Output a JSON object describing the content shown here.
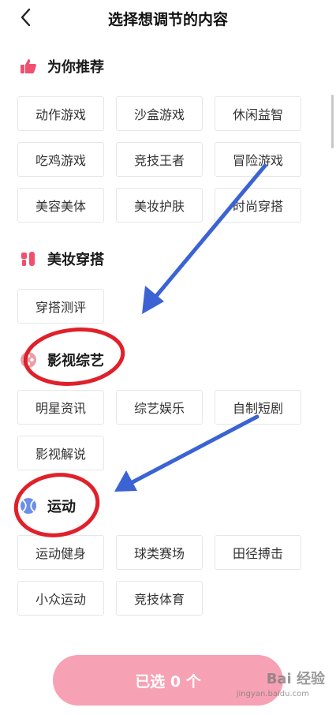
{
  "header": {
    "title": "选择想调节的内容",
    "back_icon": "chevron-left-icon"
  },
  "sections": [
    {
      "title": "为你推荐",
      "icon": "thumbs-up-icon",
      "icon_color": "#f0506e",
      "tags": [
        "动作游戏",
        "沙盒游戏",
        "休闲益智",
        "吃鸡游戏",
        "竞技王者",
        "冒险游戏",
        "美容美体",
        "美妆护肤",
        "时尚穿搭"
      ]
    },
    {
      "title": "美妆穿搭",
      "icon": "cosmetics-icon",
      "icon_color": "#f0506e",
      "tags": [
        "穿搭测评"
      ]
    },
    {
      "title": "影视综艺",
      "icon": "film-reel-icon",
      "icon_color": "#e8a0a8",
      "tags": [
        "明星资讯",
        "综艺娱乐",
        "自制短剧",
        "影视解说"
      ]
    },
    {
      "title": "运动",
      "icon": "ball-icon",
      "icon_color": "#6b8fe8",
      "tags": [
        "运动健身",
        "球类赛场",
        "田径搏击",
        "小众运动",
        "竞技体育"
      ]
    }
  ],
  "footer": {
    "confirm_label": "已选 0 个",
    "button_color": "#f6a2b4"
  },
  "watermark": {
    "text": "Bai 经验",
    "sub": "jingyan.baidu.com"
  },
  "annotations": {
    "arrow_color": "#3b63d4",
    "circle_color": "#e0202a"
  }
}
